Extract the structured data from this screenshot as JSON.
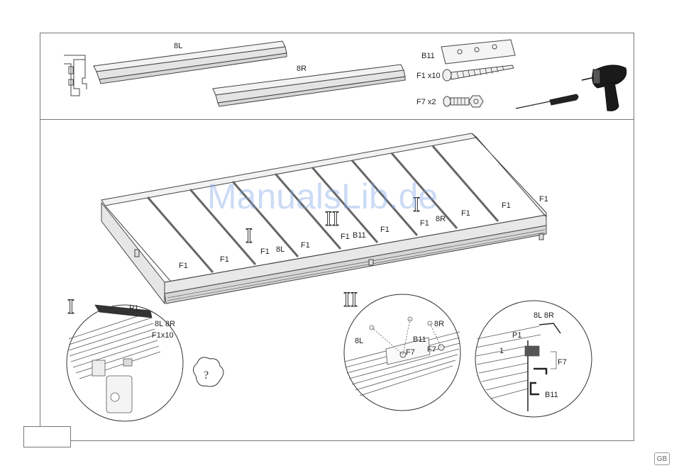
{
  "parts": {
    "rail_left": "8L",
    "rail_right": "8R",
    "bracket": "B11",
    "screw_f1": "F1 x10",
    "screw_f7": "F7 x2"
  },
  "assembly": {
    "f1": "F1",
    "rail_left": "8L",
    "rail_right": "8R",
    "bracket": "B11",
    "roman_one": "I",
    "roman_two": "II"
  },
  "detail_one": {
    "roman": "I",
    "panel": "P1",
    "rails": "8L 8R",
    "screw": "F1x10"
  },
  "detail_two": {
    "roman": "II",
    "rail_left": "8L",
    "rail_right": "8R",
    "bracket": "B11",
    "screw_a": "F7",
    "screw_b": "F7"
  },
  "detail_three": {
    "rails": "8L 8R",
    "panel": "P1",
    "number": "1",
    "screw": "F7",
    "bracket": "B11"
  },
  "watermark": "ManualsLib.de",
  "language_badge": "GB"
}
